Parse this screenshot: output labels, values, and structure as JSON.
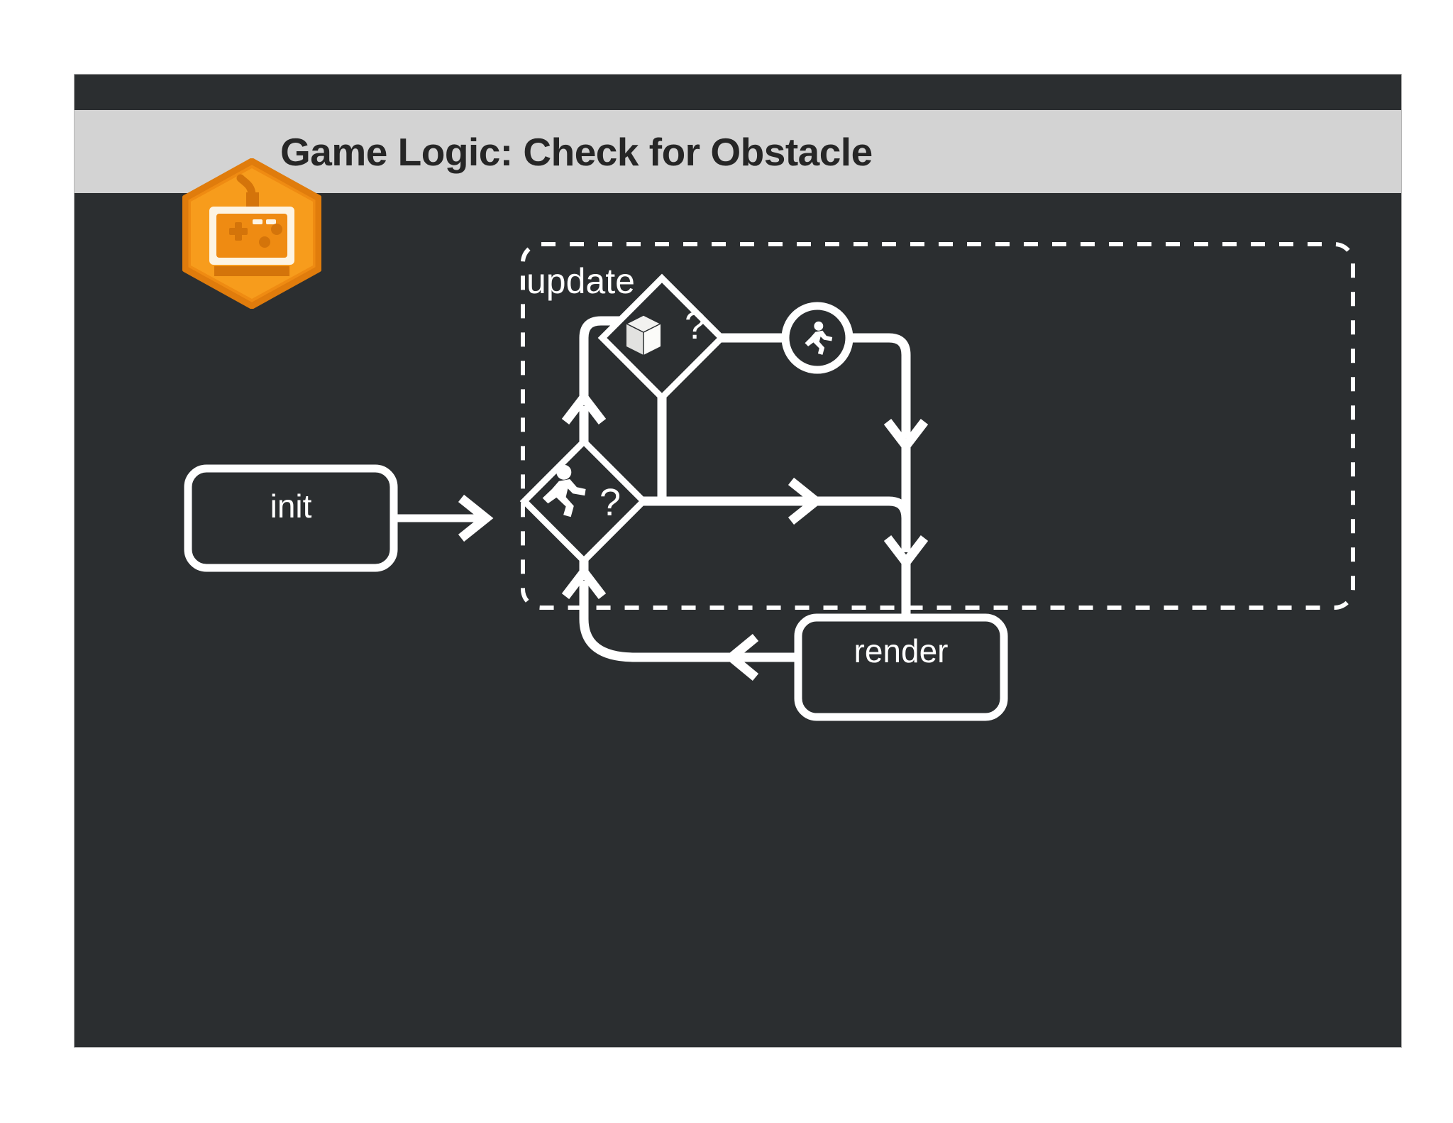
{
  "slide": {
    "title": "Game Logic: Check for Obstacle",
    "badge_icon": "game-controller-icon",
    "background_color": "#2b2e30",
    "title_band_color": "#d3d3d3",
    "title_text_color": "#262626",
    "accent_color": "#f59a1e",
    "stroke_color": "#ffffff"
  },
  "diagram": {
    "type": "flowchart",
    "nodes": [
      {
        "id": "init",
        "label": "init",
        "shape": "rounded-rectangle"
      },
      {
        "id": "update-group",
        "label": "update",
        "shape": "dashed-rounded-container"
      },
      {
        "id": "obstacle-check",
        "label": "",
        "shape": "diamond",
        "icon": "cube-icon",
        "marker": "?"
      },
      {
        "id": "run-action",
        "label": "",
        "shape": "circle",
        "icon": "runner-icon"
      },
      {
        "id": "running-check",
        "label": "",
        "shape": "diamond",
        "icon": "runner-icon",
        "marker": "?"
      },
      {
        "id": "render",
        "label": "render",
        "shape": "rounded-rectangle"
      }
    ],
    "edges": [
      {
        "from": "init",
        "to": "update-group",
        "label": ""
      },
      {
        "from": "obstacle-check",
        "to": "run-action",
        "label": ""
      },
      {
        "from": "obstacle-check",
        "to": "running-check",
        "label": ""
      },
      {
        "from": "run-action",
        "to": "render",
        "label": ""
      },
      {
        "from": "running-check",
        "to": "obstacle-check",
        "label": ""
      },
      {
        "from": "running-check",
        "to": "render",
        "label": ""
      },
      {
        "from": "render",
        "to": "running-check",
        "label": ""
      }
    ]
  },
  "icons": {
    "cube": "cube-icon",
    "runner": "runner-icon",
    "question": "?"
  }
}
